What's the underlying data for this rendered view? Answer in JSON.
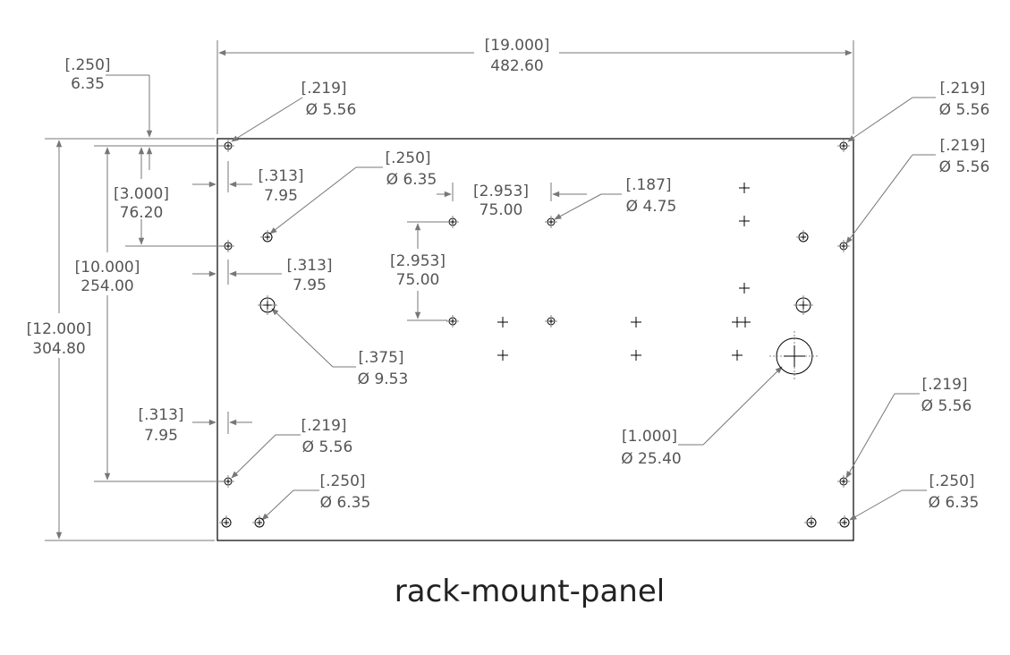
{
  "title": "rack-mount-panel",
  "dimensions": {
    "overall_width": {
      "in": "[19.000]",
      "mm": "482.60"
    },
    "overall_height": {
      "in": "[12.000]",
      "mm": "304.80"
    },
    "height_10": {
      "in": "[10.000]",
      "mm": "254.00"
    },
    "height_3": {
      "in": "[3.000]",
      "mm": "76.20"
    },
    "edge_250": {
      "in": "[.250]",
      "mm": "6.35"
    },
    "edge_313_a": {
      "in": "[.313]",
      "mm": "7.95"
    },
    "edge_313_b": {
      "in": "[.313]",
      "mm": "7.95"
    },
    "edge_313_c": {
      "in": "[.313]",
      "mm": "7.95"
    },
    "spacing_x": {
      "in": "[2.953]",
      "mm": "75.00"
    },
    "spacing_y": {
      "in": "[2.953]",
      "mm": "75.00"
    }
  },
  "hole_callouts": {
    "top_left": {
      "in": "[.219]",
      "mm": "Ø 5.56"
    },
    "top_right": {
      "in": "[.219]",
      "mm": "Ø 5.56"
    },
    "right_upper": {
      "in": "[.219]",
      "mm": "Ø 5.56"
    },
    "left_250": {
      "in": "[.250]",
      "mm": "Ø 6.35"
    },
    "small_187": {
      "in": "[.187]",
      "mm": "Ø 4.75"
    },
    "medium_375": {
      "in": "[.375]",
      "mm": "Ø 9.53"
    },
    "large_1000": {
      "in": "[1.000]",
      "mm": "Ø 25.40"
    },
    "left_lower_219": {
      "in": "[.219]",
      "mm": "Ø 5.56"
    },
    "bottom_left_250": {
      "in": "[.250]",
      "mm": "Ø 6.35"
    },
    "right_lower_219": {
      "in": "[.219]",
      "mm": "Ø 5.56"
    },
    "bottom_right_250": {
      "in": "[.250]",
      "mm": "Ø 6.35"
    }
  }
}
